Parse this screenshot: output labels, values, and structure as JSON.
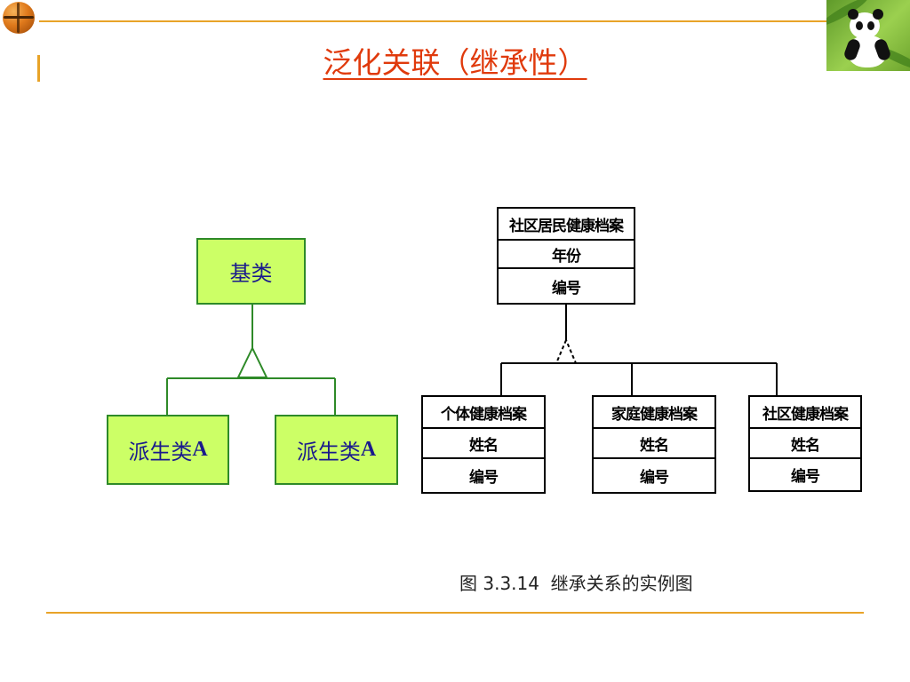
{
  "title": "泛化关联（继承性）",
  "colors": {
    "accent_rule": "#e8a328",
    "title": "#e03a0c",
    "class_fill": "#ccff66",
    "class_border": "#2e8a28",
    "class_text": "#1a1a8c"
  },
  "left_diagram": {
    "base_class": "基类",
    "derived_classes": [
      {
        "name": "派生类",
        "suffix": "A"
      },
      {
        "name": "派生类",
        "suffix": "A"
      }
    ]
  },
  "right_diagram": {
    "parent": {
      "name": "社区居民健康档案",
      "attributes": [
        "年份",
        "编号"
      ]
    },
    "children": [
      {
        "name": "个体健康档案",
        "attributes": [
          "姓名",
          "编号"
        ]
      },
      {
        "name": "家庭健康档案",
        "attributes": [
          "姓名",
          "编号"
        ]
      },
      {
        "name": "社区健康档案",
        "attributes": [
          "姓名",
          "编号"
        ]
      }
    ],
    "caption": "图 3.3.14  继承关系的实例图"
  },
  "decor": {
    "corner_image": "panda-bamboo-picture",
    "bullet": "orange-ball-icon"
  }
}
